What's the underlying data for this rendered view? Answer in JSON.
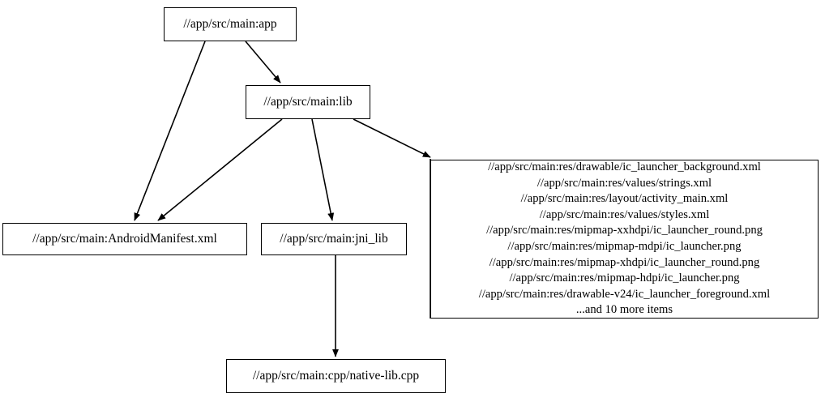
{
  "graph": {
    "type": "directed-dependency-graph",
    "background_color": "#ffffff",
    "node_fill": "#ffffff",
    "node_border_color": "#000000",
    "edge_color": "#000000",
    "text_color": "#000000",
    "nodes": [
      {
        "id": "app",
        "label": "//app/src/main:app"
      },
      {
        "id": "lib",
        "label": "//app/src/main:lib"
      },
      {
        "id": "manifest",
        "label": "//app/src/main:AndroidManifest.xml"
      },
      {
        "id": "jni_lib",
        "label": "//app/src/main:jni_lib"
      },
      {
        "id": "res",
        "label": "//app/src/main:res/drawable/ic_launcher_background.xml\n//app/src/main:res/values/strings.xml\n//app/src/main:res/layout/activity_main.xml\n//app/src/main:res/values/styles.xml\n//app/src/main:res/mipmap-xxhdpi/ic_launcher_round.png\n//app/src/main:res/mipmap-mdpi/ic_launcher.png\n//app/src/main:res/mipmap-xhdpi/ic_launcher_round.png\n//app/src/main:res/mipmap-hdpi/ic_launcher.png\n//app/src/main:res/drawable-v24/ic_launcher_foreground.xml\n...and 10 more items",
        "lines": [
          "//app/src/main:res/drawable/ic_launcher_background.xml",
          "//app/src/main:res/values/strings.xml",
          "//app/src/main:res/layout/activity_main.xml",
          "//app/src/main:res/values/styles.xml",
          "//app/src/main:res/mipmap-xxhdpi/ic_launcher_round.png",
          "//app/src/main:res/mipmap-mdpi/ic_launcher.png",
          "//app/src/main:res/mipmap-xhdpi/ic_launcher_round.png",
          "//app/src/main:res/mipmap-hdpi/ic_launcher.png",
          "//app/src/main:res/drawable-v24/ic_launcher_foreground.xml",
          "...and 10 more items"
        ]
      },
      {
        "id": "cpp",
        "label": "//app/src/main:cpp/native-lib.cpp"
      }
    ],
    "edges": [
      {
        "from": "app",
        "to": "manifest"
      },
      {
        "from": "app",
        "to": "lib"
      },
      {
        "from": "lib",
        "to": "manifest"
      },
      {
        "from": "lib",
        "to": "jni_lib"
      },
      {
        "from": "lib",
        "to": "res"
      },
      {
        "from": "jni_lib",
        "to": "cpp"
      }
    ]
  }
}
